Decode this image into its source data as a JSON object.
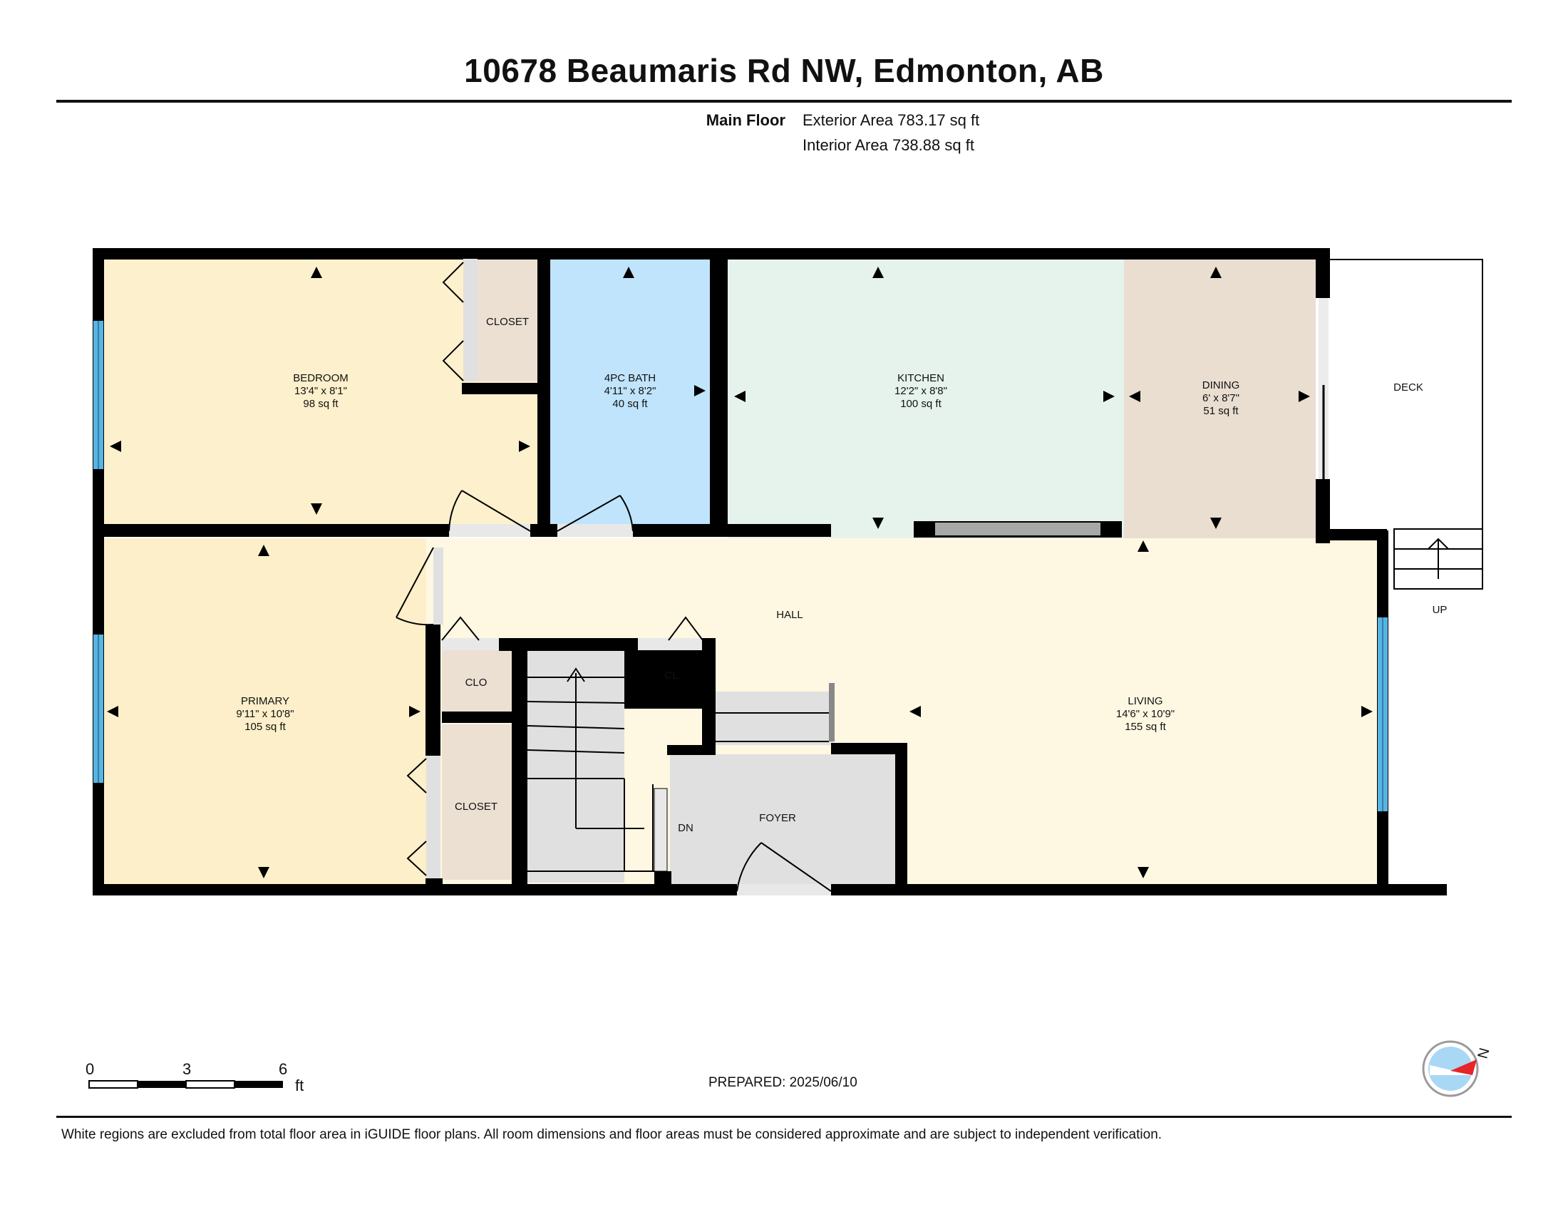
{
  "header": {
    "address": "10678 Beaumaris Rd NW, Edmonton, AB",
    "floor_name": "Main Floor",
    "exterior_area": "Exterior Area 783.17 sq ft",
    "interior_area": "Interior Area 738.88 sq ft"
  },
  "rooms": {
    "bedroom": {
      "name": "BEDROOM",
      "dims": "13'4\" x 8'1\"",
      "area": "98 sq ft"
    },
    "bath": {
      "name": "4PC BATH",
      "dims": "4'11\" x 8'2\"",
      "area": "40 sq ft"
    },
    "kitchen": {
      "name": "KITCHEN",
      "dims": "12'2\" x 8'8\"",
      "area": "100 sq ft"
    },
    "dining": {
      "name": "DINING",
      "dims": "6' x 8'7\"",
      "area": "51 sq ft"
    },
    "primary": {
      "name": "PRIMARY",
      "dims": "9'11\" x 10'8\"",
      "area": "105 sq ft"
    },
    "living": {
      "name": "LIVING",
      "dims": "14'6\" x 10'9\"",
      "area": "155 sq ft"
    }
  },
  "labels": {
    "closet_bedroom": "CLOSET",
    "closet_primary": "CLOSET",
    "clo": "CLO",
    "cl": "CL",
    "hall": "HALL",
    "foyer": "FOYER",
    "dn": "DN",
    "deck": "DECK",
    "up": "UP"
  },
  "scale": {
    "ticks": [
      "0",
      "3",
      "6"
    ],
    "unit": "ft"
  },
  "prepared": "PREPARED: 2025/06/10",
  "footer_note": "White regions are excluded from total floor area in iGUIDE floor plans. All room dimensions and floor areas must be considered approximate and are subject to independent verification.",
  "colors": {
    "bedroom": "#fdf0cc",
    "bath": "#c0e4fb",
    "kitchen": "#e5f3ec",
    "dining": "#e9ded0",
    "primary": "#fcefc9",
    "hall_living": "#fef8e2",
    "closet": "#ebe0d2",
    "stairs": "#e0e0e0",
    "wall": "#000000",
    "window": "#58b4e0",
    "compass_red": "#e8242b",
    "compass_blue": "#a9d8f5"
  },
  "compass_letter": "N"
}
